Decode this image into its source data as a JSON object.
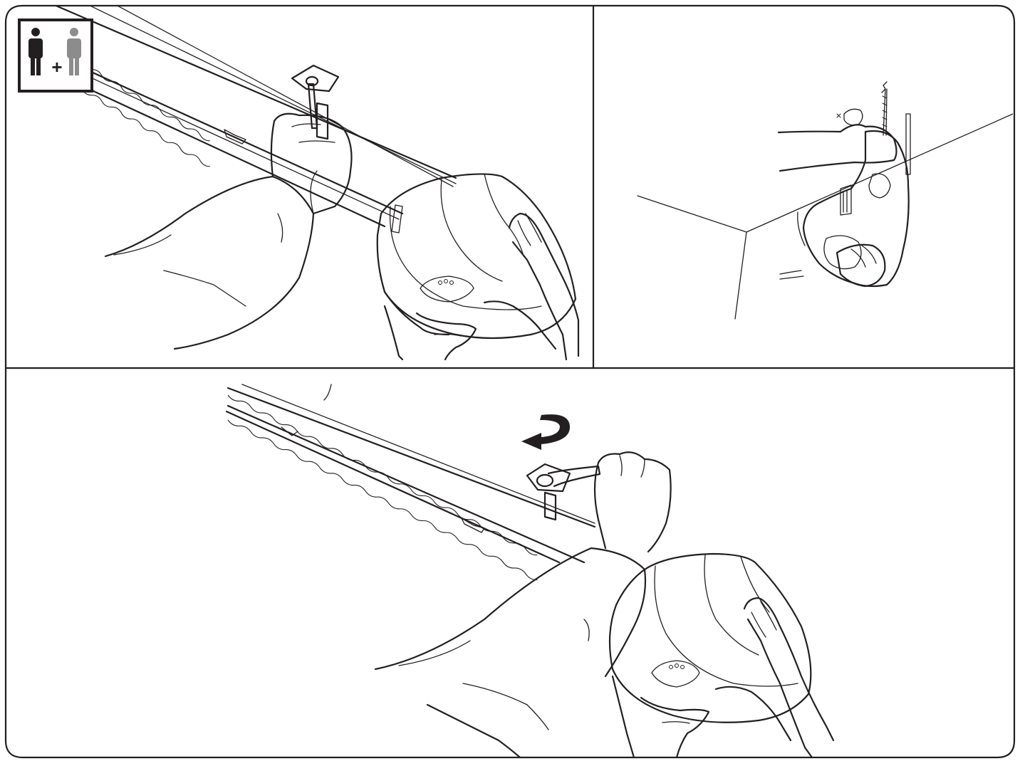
{
  "figure": {
    "panels": [
      {
        "id": "top-left",
        "depicts": "marking-bracket-holes"
      },
      {
        "id": "top-right",
        "depicts": "drilling-ceiling"
      },
      {
        "id": "bottom",
        "depicts": "tightening-bracket-bolt"
      }
    ],
    "badge": {
      "icon": "two-persons-icon",
      "symbol": "+"
    },
    "colors": {
      "line": "#231f20",
      "person_primary": "#231f20",
      "person_secondary": "#8c8c8c",
      "background": "#ffffff"
    }
  }
}
